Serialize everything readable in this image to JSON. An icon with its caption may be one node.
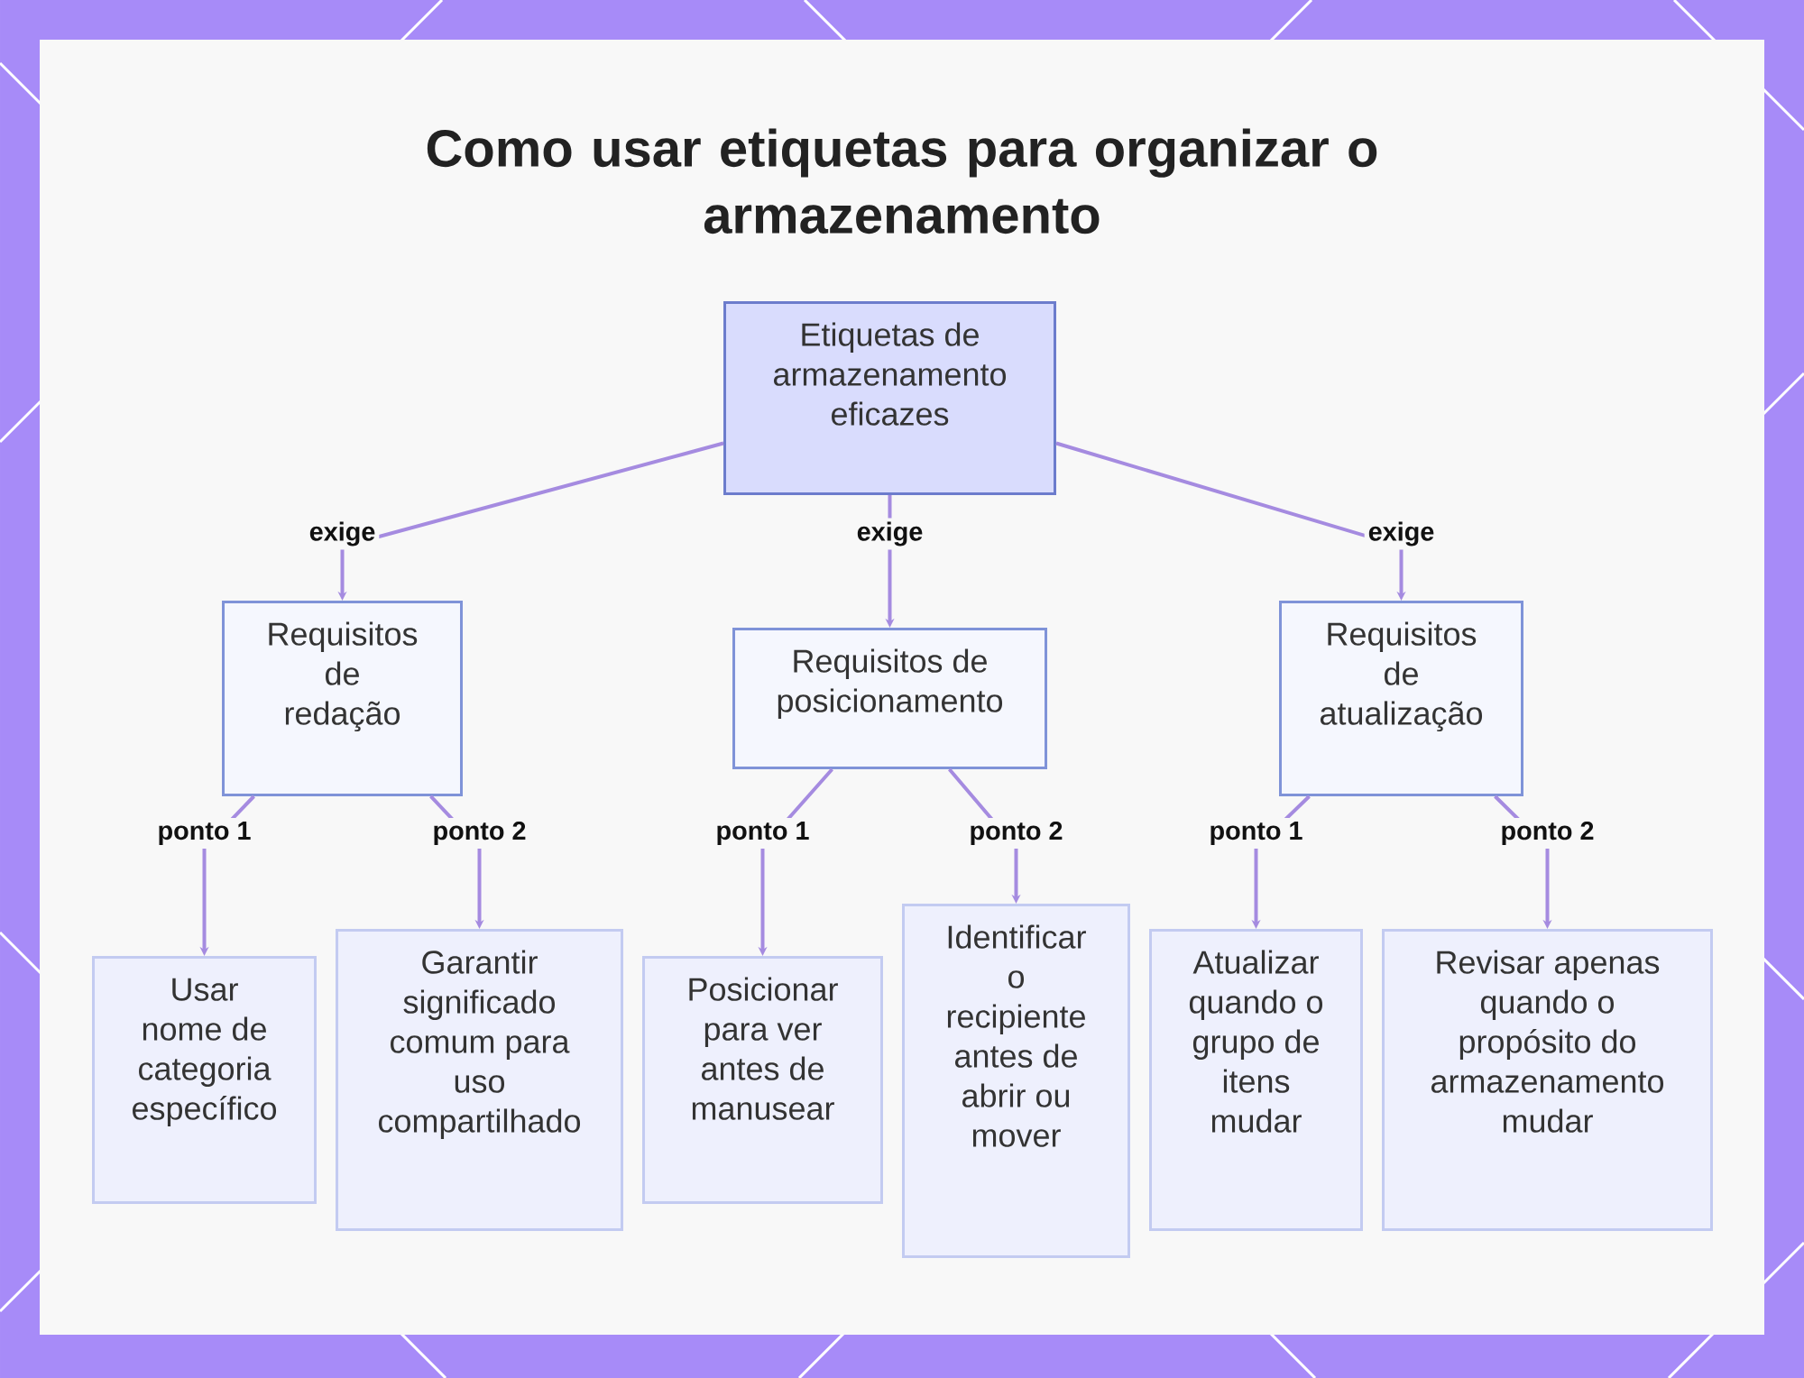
{
  "diagram": {
    "title": "Como usar etiquetas para organizar o armazenamento",
    "nodes": [
      {
        "text": [
          "Etiquetas de armazenamento eficazes"
        ]
      },
      {
        "text": [
          "Requisitos de redação"
        ]
      },
      {
        "text": [
          "Requisitos de posicionamento"
        ]
      },
      {
        "text": [
          "Requisitos de atualização"
        ]
      },
      {
        "text": [
          "Usar nome de categoria específico"
        ]
      },
      {
        "text": [
          "Garantir significado comum para uso compartilhado"
        ]
      },
      {
        "text": [
          "Posicionar para ver antes de manusear"
        ]
      },
      {
        "text": [
          "Identificar o recipiente antes de abrir ou mover"
        ]
      },
      {
        "text": [
          "Atualizar quando o grupo de itens mudar"
        ]
      },
      {
        "text": [
          "Revisar apenas quando o propósito do armazenamento mudar"
        ]
      }
    ],
    "edges": [
      {
        "from": 0,
        "to": 1,
        "arrow": "to",
        "label": "exige"
      },
      {
        "from": 0,
        "to": 2,
        "arrow": "to",
        "label": "exige"
      },
      {
        "from": 0,
        "to": 3,
        "arrow": "to",
        "label": "exige"
      },
      {
        "from": 1,
        "to": 4,
        "arrow": "to",
        "label": "ponto 1"
      },
      {
        "from": 1,
        "to": 5,
        "arrow": "to",
        "label": "ponto 2"
      },
      {
        "from": 2,
        "to": 6,
        "arrow": "to",
        "label": "ponto 1"
      },
      {
        "from": 2,
        "to": 7,
        "arrow": "to",
        "label": "ponto 2"
      },
      {
        "from": 3,
        "to": 8,
        "arrow": "to",
        "label": "ponto 1"
      },
      {
        "from": 3,
        "to": 9,
        "arrow": "to",
        "label": "ponto 2"
      }
    ]
  }
}
